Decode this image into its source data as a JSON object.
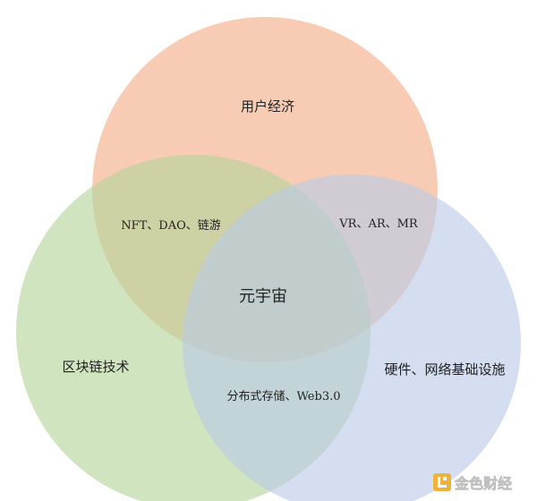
{
  "diagram": {
    "circles": [
      {
        "id": "top",
        "label": "用户经济",
        "color": "#f4ad86"
      },
      {
        "id": "left",
        "label": "区块链技术",
        "color": "#b5d49a"
      },
      {
        "id": "right",
        "label": "硬件、网络基础设施",
        "color": "#b9c9e6"
      }
    ],
    "overlaps": {
      "top_left": "NFT、DAO、链游",
      "top_right": "VR、AR、MR",
      "left_right": "分布式存储、Web3.0",
      "center": "元宇宙"
    }
  },
  "watermark": {
    "text": "金色财经",
    "logo_color": "#f0b23b"
  }
}
